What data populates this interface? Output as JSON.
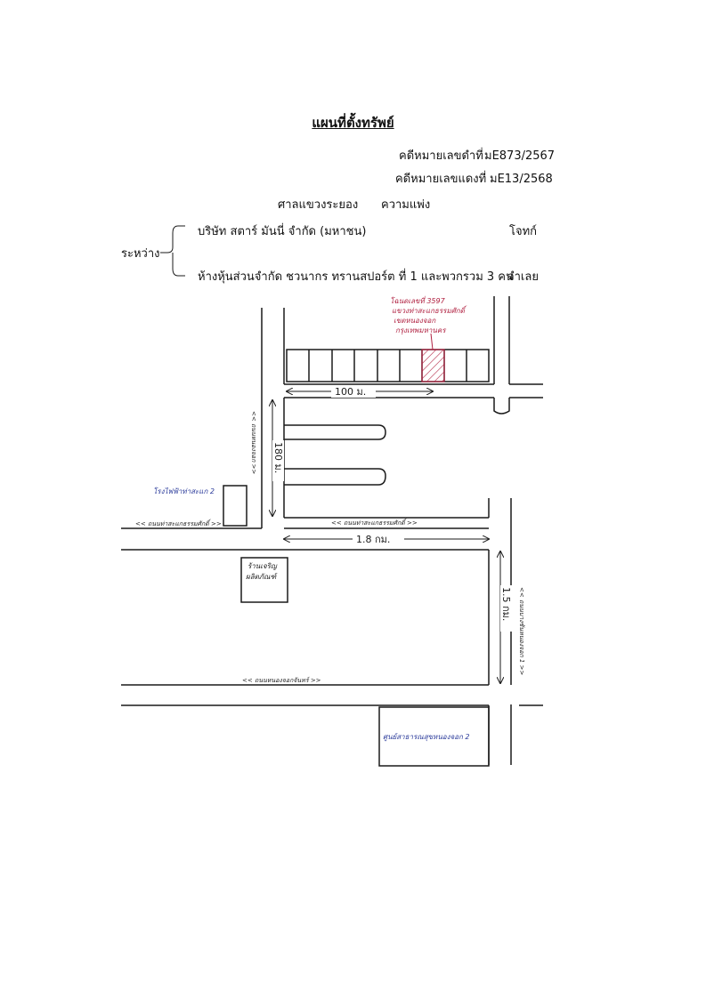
{
  "document": {
    "title": "แผนที่ตั้งทรัพย์",
    "black_case_label": "คดีหมายเลขดำที่",
    "black_case_no": "มE873/2567",
    "red_case_label": "คดีหมายเลขแดงที่",
    "red_case_no": "มE13/2568",
    "court": "ศาลแขวงระยอง",
    "case_type": "ความแพ่ง",
    "between_label": "ระหว่าง",
    "plaintiff_name": "บริษัท สตาร์ มันนี่ จำกัด (มหาชน)",
    "plaintiff_role": "โจทก์",
    "defendant_name": "ห้างหุ้นส่วนจำกัด ชวนากร ทรานสปอร์ต ที่ 1 และพวกรวม 3 คน",
    "defendant_role": "จำเลย"
  },
  "map": {
    "property_note": [
      "โฉนดเลขที่ 3597",
      "แขวงท่าสะแกธรรมศักดิ์",
      "เขตหนองจอก",
      "กรุงเทพมหานคร"
    ],
    "dim_100": "100 ม.",
    "dim_180": "180 ม.",
    "dim_1_8": "1.8 กม.",
    "dim_1_5": "1.5 กม.",
    "road_left_vertical": "<< ถนนหนองจอก >>",
    "road_top_left": "<< ถนนท่าสะแกธรรมศักดิ์ >>",
    "road_top_right": "<< ถนนท่าสะแกธรรมศักดิ์ >>",
    "road_right_vertical": "<< ถนนบางชันหนองจอก 1 >>",
    "road_bottom": "<< ถนนหนองจอกจันทร์ >>",
    "landmark_left": "โรงไฟฟ้าท่าสะแก 2",
    "landmark_middle": [
      "ร้านเจริญ",
      "ผลิตภัณฑ์"
    ],
    "landmark_bottom": "ศูนย์สาธารณสุขหนองจอก 2"
  },
  "colors": {
    "ink": "#1a1a1a",
    "pen_blue": "#2a3a9a",
    "pen_red": "#b02040"
  }
}
